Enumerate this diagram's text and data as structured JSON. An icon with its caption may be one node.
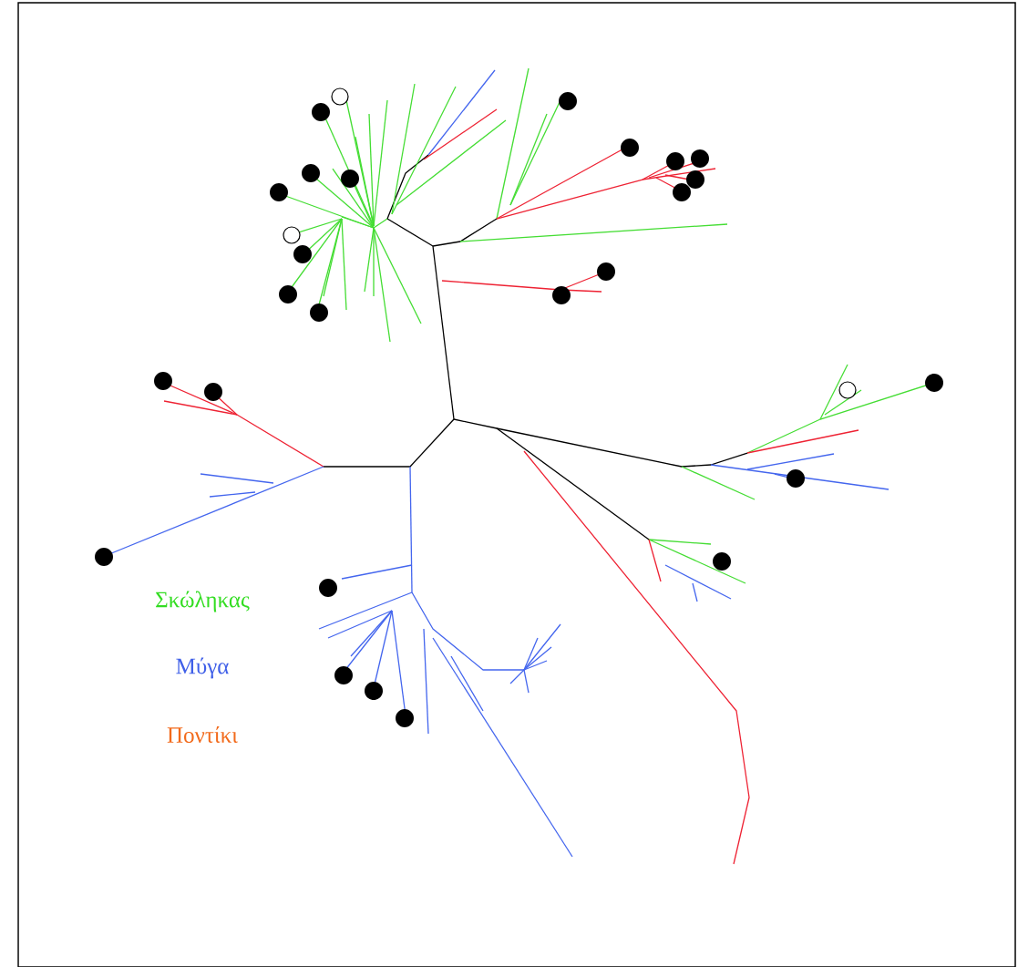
{
  "diagram": {
    "legend": [
      {
        "text": "Σκώληκας",
        "color": "#33dd22"
      },
      {
        "text": "Μύγα",
        "color": "#3f5fe8"
      },
      {
        "text": "Ποντίκι",
        "color": "#f26a1b"
      }
    ]
  }
}
